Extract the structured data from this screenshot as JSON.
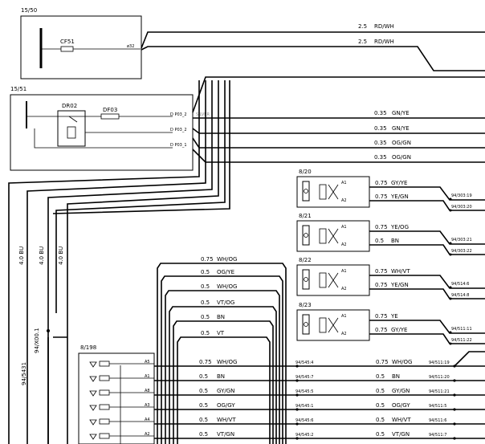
{
  "components": {
    "fuse_box_1": {
      "ref": "15/50",
      "fuse": "CF51",
      "pin": "ø32"
    },
    "relay_box": {
      "ref": "15/51",
      "relay": "DR02",
      "fuse": "DF03",
      "pin1": "D P03_2",
      "pin2": "D P03_2",
      "pin3": "D P03_1",
      "tag": "SILVER"
    },
    "connector_main": {
      "ref": "8/198"
    }
  },
  "top_wires": [
    {
      "gauge": "2.5",
      "color": "RD/WH"
    },
    {
      "gauge": "2.5",
      "color": "RD/WH"
    }
  ],
  "relay_wires": [
    {
      "gauge": "0.35",
      "color": "GN/YE"
    },
    {
      "gauge": "0.35",
      "color": "GN/YE"
    },
    {
      "gauge": "0.35",
      "color": "OG/GN"
    },
    {
      "gauge": "0.35",
      "color": "OG/GN"
    }
  ],
  "vertical_wires": [
    {
      "label": "4.0  BU"
    },
    {
      "label": "4.0  BU"
    },
    {
      "label": "4.0  BU"
    }
  ],
  "splice_labels": {
    "left": "94/5431",
    "right": "94/X00.1"
  },
  "sensors": [
    {
      "ref": "8/20",
      "pinA": "A1",
      "pinB": "A2",
      "wires": [
        {
          "gauge": "0.75",
          "color": "GY/YE"
        },
        {
          "gauge": "0.75",
          "color": "YE/GN"
        }
      ],
      "dest": [
        "94/303:19",
        "94/303:20"
      ]
    },
    {
      "ref": "8/21",
      "pinA": "A1",
      "pinB": "A2",
      "wires": [
        {
          "gauge": "0.75",
          "color": "YE/OG"
        },
        {
          "gauge": "0.5",
          "color": "BN"
        }
      ],
      "dest": [
        "94/303:21",
        "94/303:22"
      ]
    },
    {
      "ref": "8/22",
      "pinA": "A1",
      "pinB": "A2",
      "wires": [
        {
          "gauge": "0.75",
          "color": "WH/VT"
        },
        {
          "gauge": "0.75",
          "color": "YE/GN"
        }
      ],
      "dest": [
        "94/514:6",
        "94/514:8"
      ]
    },
    {
      "ref": "8/23",
      "pinA": "A1",
      "pinB": "A2",
      "wires": [
        {
          "gauge": "0.75",
          "color": "YE"
        },
        {
          "gauge": "0.75",
          "color": "GY/YE"
        }
      ],
      "dest": [
        "94/511:11",
        "94/511:22"
      ]
    }
  ],
  "mid_wires": [
    {
      "gauge": "0.75",
      "color": "WH/OG"
    },
    {
      "gauge": "0.5",
      "color": "OG/YE"
    },
    {
      "gauge": "0.5",
      "color": "WH/OG"
    },
    {
      "gauge": "0.5",
      "color": "VT/OG"
    },
    {
      "gauge": "0.5",
      "color": "BN"
    },
    {
      "gauge": "0.5",
      "color": "VT"
    }
  ],
  "bottom_rows": [
    {
      "pin": "A5",
      "gauge": "0.75",
      "color": "WH/OG",
      "mid": "94/545:4",
      "gauge2": "0.75",
      "color2": "WH/OG",
      "dest": "94/511:19"
    },
    {
      "pin": "A1",
      "gauge": "0.5",
      "color": "BN",
      "mid": "94/545:7",
      "gauge2": "0.5",
      "color2": "BN",
      "dest": "94/511:20"
    },
    {
      "pin": "A8",
      "gauge": "0.5",
      "color": "GY/GN",
      "mid": "94/545:5",
      "gauge2": "0.5",
      "color2": "GY/GN",
      "dest": "94/511:21"
    },
    {
      "pin": "A3",
      "gauge": "0.5",
      "color": "OG/GY",
      "mid": "94/545:1",
      "gauge2": "0.5",
      "color2": "OG/GY",
      "dest": "94/511:5"
    },
    {
      "pin": "A4",
      "gauge": "0.5",
      "color": "WH/VT",
      "mid": "94/545:6",
      "gauge2": "0.5",
      "color2": "WH/VT",
      "dest": "94/511:6"
    },
    {
      "pin": "A2",
      "gauge": "0.5",
      "color": "VT/GN",
      "mid": "94/545:2",
      "gauge2": "0.5",
      "color2": "VT/GN",
      "dest": "94/511:7"
    }
  ]
}
